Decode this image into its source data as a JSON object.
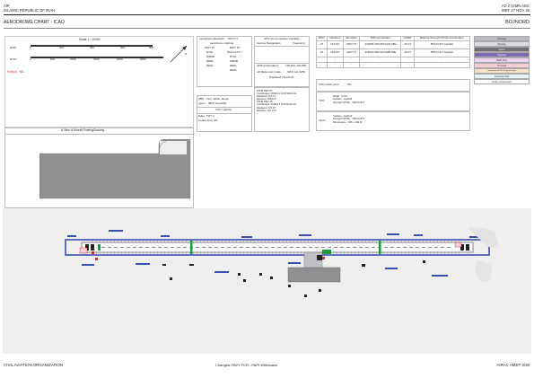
{
  "header": {
    "left_line1": "AIP",
    "left_line2": "ISLAMIC REPUBLIC OF IRAN",
    "right_line1": "AD 2 OIMN ADC",
    "right_line2": "WEF 27 NOV 25",
    "chart_title": "AERODROME CHART - ICAO",
    "aerodrome": "BOJNORD"
  },
  "scale": {
    "title": "Scale 1 : 10000",
    "m_label": "DOM",
    "ft_label": "50 FT",
    "m_ticks": [
      "0",
      "200",
      "400",
      "600",
      "800"
    ],
    "ft_ticks": [
      "0",
      "500",
      "1000",
      "1500",
      "2000",
      "2500"
    ]
  },
  "hotspot": {
    "label": "Hotspot :",
    "value": "NIL"
  },
  "elevation": {
    "label": "Aerodrome Elevation",
    "value": "3507 FT",
    "lighting_title": "Aerodrome Lighting",
    "rwy_a": "RWY 07",
    "rwy_b": "RWY 25",
    "rows": [
      [
        "RTHL",
        "PALS CAT I"
      ],
      [
        "WBAR",
        "RTHL"
      ],
      [
        "REDL",
        "WBAR"
      ],
      [
        "RENL",
        "REDL"
      ],
      [
        "",
        "RENL"
      ]
    ]
  },
  "ats": {
    "title": "ATS Communication Facilities",
    "col1": "Service Designation",
    "col2": "Frequency",
    "afis_label": "AFIS (Information)",
    "afis_value": "118.300, 121.900",
    "ad_ref_label": "AD Reference Code",
    "ad_ref_value": "INFO not AVBL",
    "disp_label": "Displaced Threshold"
  },
  "misc": {
    "abn_label": "ABN",
    "abn_value": "FLG. White, Green",
    "apron_label": "Apron",
    "apron_value": "INFO Not AVBL",
    "twy_lighting": "TWY Lighting",
    "edge_label": "Edge",
    "edge_value": "TWY A",
    "center_label": "Center Line",
    "center_value": "NIL",
    "dthr_lines": [
      "DTHR RWY 07:",
      "Coordinates: 374811.1 N 0571524.6 E",
      "Displaced: 114 FT",
      "Elevation: 3503 FT",
      "DTHR RWY 25:",
      "Coordinates: 374813.5 N 0571612.9 E",
      "Displaced: 105 FT",
      "Elevation: 3471 FT"
    ]
  },
  "rwy_table": {
    "headers": [
      "RWY",
      "Direction",
      "Elevation",
      "THR Coordinates",
      "GUND",
      "Bearing Strength (PCR) and Surface"
    ],
    "rows": [
      [
        "07",
        "073.02°",
        "3507 FT",
        "374804.90N 0571446.28E",
        "-40 FT",
        "55/F/C/X/T  Asphalt"
      ],
      [
        "25",
        "253.03°",
        "3467 FT",
        "374812.56N 0571605.90E",
        "-40 FT",
        "55/F/C/X/T  Asphalt"
      ],
      [
        "-",
        "-",
        "-",
        "-",
        "-",
        "-"
      ],
      [
        "-",
        "-",
        "-",
        "-",
        "-",
        "-"
      ]
    ]
  },
  "vor": {
    "label": "VOR check point",
    "value": "NIL"
  },
  "twy": {
    "label": "TWY",
    "lines": [
      "Width : 23 M",
      "Surface : Asphalt",
      "Strength (PCR) : 35/F/C/X/T"
    ]
  },
  "apron": {
    "label": "Apron",
    "lines": [
      "Surface : Asphalt",
      "Strength (PCR) : 35/F/C/X/T",
      "Dimensions : 236 x 162 M"
    ]
  },
  "legend": {
    "items": [
      "Runway",
      "Taxiway",
      "Apron",
      "Stopway",
      "Blast Pad",
      "Terminal",
      "Construction/U/S Parking Position",
      "Clearway Pad",
      "Under Construction"
    ]
  },
  "apron_view": {
    "title": "A View of Aircraft Parking/Docking"
  },
  "footer": {
    "left": "CIVIL AVIATION ORGANIZATION",
    "center": "Changes: RWY PCR , PAPI Withdrawn",
    "right": "AIRAC AMDT 3/25"
  },
  "colors": {
    "runway": "#3f4fb0",
    "map_bg": "#efefef",
    "apron_fill": "#8f9092",
    "taxi_green": "#1f9a3a"
  }
}
